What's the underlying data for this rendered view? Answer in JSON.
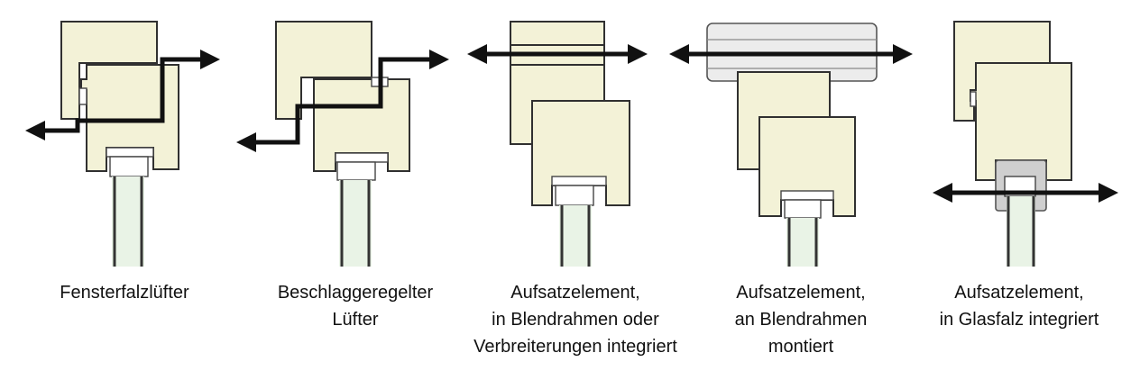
{
  "diagrams": [
    {
      "id": "fensterfalzluefter",
      "caption": "Fensterfalzlüfter"
    },
    {
      "id": "beschlaggeregelter-luefter",
      "caption": "Beschlaggeregelter\nLüfter"
    },
    {
      "id": "aufsatzelement-blendrahmen-integriert",
      "caption": "Aufsatzelement,\nin Blendrahmen oder\nVerbreiterungen integriert"
    },
    {
      "id": "aufsatzelement-an-blendrahmen",
      "caption": "Aufsatzelement,\nan Blendrahmen\nmontiert"
    },
    {
      "id": "aufsatzelement-glasfalz",
      "caption": "Aufsatzelement,\nin Glasfalz integriert"
    }
  ],
  "colors": {
    "frame_fill": "#f3f2d7",
    "outline": "#303030",
    "arrow": "#111111",
    "module_fill": "#ececec",
    "glazing_insert": "#cfcfcf"
  }
}
